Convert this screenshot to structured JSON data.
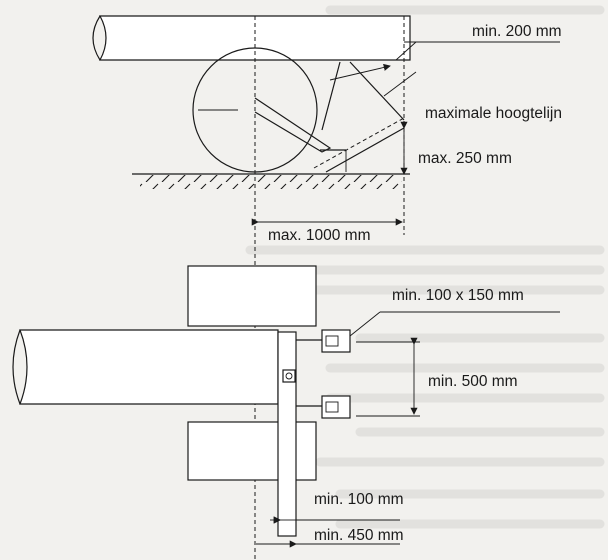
{
  "labels": {
    "min_200": "min. 200 mm",
    "max_height_line": "maximale hoogtelijn",
    "max_250": "max. 250 mm",
    "max_1000": "max. 1000 mm",
    "min_100x150": "min. 100 x 150 mm",
    "min_500": "min. 500 mm",
    "min_100": "min. 100 mm",
    "min_450": "min. 450 mm"
  }
}
